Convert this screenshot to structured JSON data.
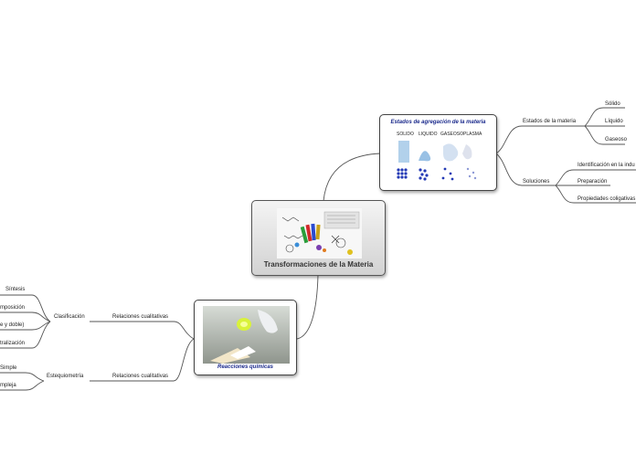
{
  "central": {
    "title": "Transformaciones de la Materia"
  },
  "estados": {
    "title": "Estados de agregación de la materia",
    "state_labels": [
      "SOLIDO",
      "LIQUIDO",
      "GASEOSO",
      "PLASMA"
    ]
  },
  "reacciones": {
    "title": "Reacciones químicas"
  },
  "branches": {
    "estados_de_la_materia": "Estados de la materia",
    "solido": "Sólido",
    "liquido": "Líquido",
    "gaseoso": "Gaseoso",
    "soluciones": "Soluciones",
    "identificacion": "Identificación en la indu",
    "preparacion": "Preparación",
    "propiedades": "Propiedades coligativas",
    "rel_cual_1": "Relaciones cualitativas",
    "clasificacion": "Clasificación",
    "sintesis": "Síntesis",
    "descomposicion": "mposición",
    "simple_doble": "e y doble)",
    "neutralizacion": "tralización",
    "rel_cual_2": "Relaciones cualitativas",
    "estequiometria": "Estequiometría",
    "simple": "Simple",
    "compleja": "mpleja"
  },
  "colors": {
    "line": "#555555",
    "title_blue": "#1b2a8c"
  }
}
